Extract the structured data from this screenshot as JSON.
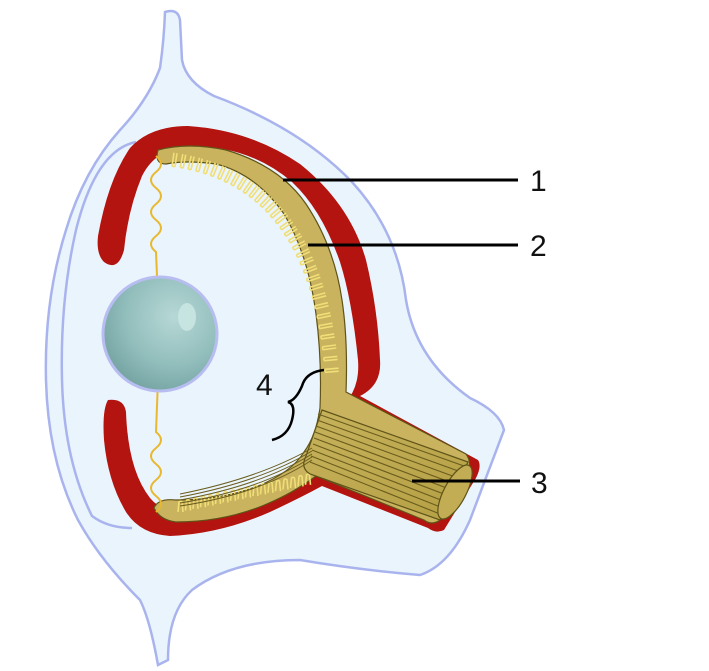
{
  "labels": {
    "one": "1",
    "two": "2",
    "three": "3",
    "four": "4"
  },
  "colors": {
    "body_fill": "#eaf4fc",
    "body_stroke": "#a9b4ee",
    "pigment_red": "#b3140f",
    "retina_fill": "#c9b35f",
    "retina_stroke": "#5f5318",
    "rod_stroke": "#f0de77",
    "lens": "#8fbcba",
    "ligament": "#e8b830"
  }
}
